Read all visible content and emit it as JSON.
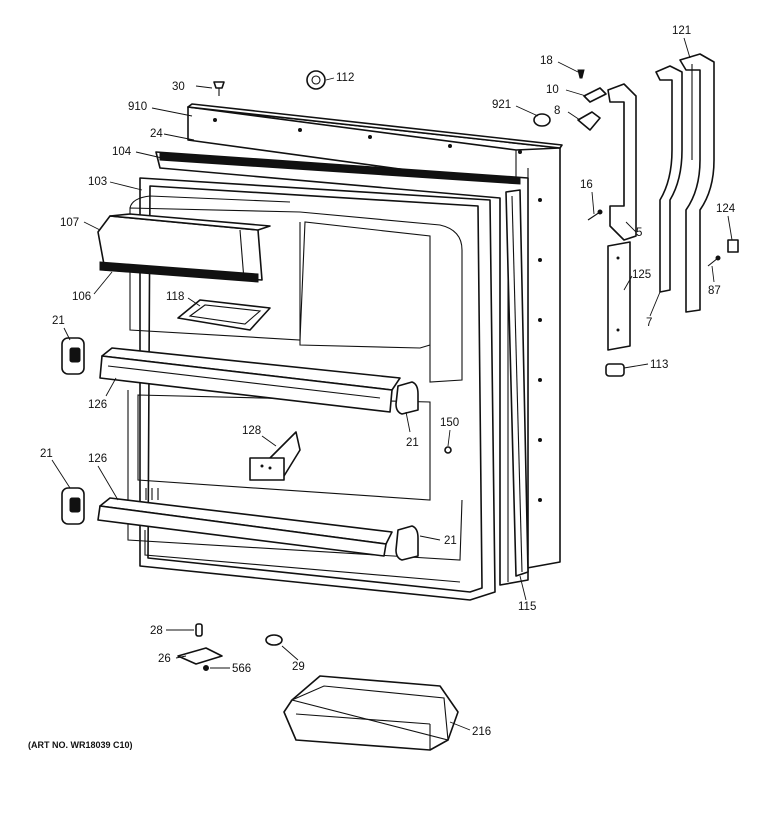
{
  "caption": "(ART NO. WR18039 C10)",
  "callouts": {
    "c30": "30",
    "c112": "112",
    "c910": "910",
    "c24": "24",
    "c104": "104",
    "c103": "103",
    "c107": "107",
    "c106": "106",
    "c118": "118",
    "c21_upper_left": "21",
    "c126_upper": "126",
    "c21_lower_left": "21",
    "c126_lower": "126",
    "c128": "128",
    "c21_mid": "21",
    "c150": "150",
    "c21_lower_right": "21",
    "c115": "115",
    "c18": "18",
    "c10": "10",
    "c921": "921",
    "c8": "8",
    "c16": "16",
    "c5": "5",
    "c121": "121",
    "c124": "124",
    "c87": "87",
    "c7": "7",
    "c125": "125",
    "c113": "113",
    "c28": "28",
    "c26": "26",
    "c566": "566",
    "c29": "29",
    "c216": "216"
  }
}
